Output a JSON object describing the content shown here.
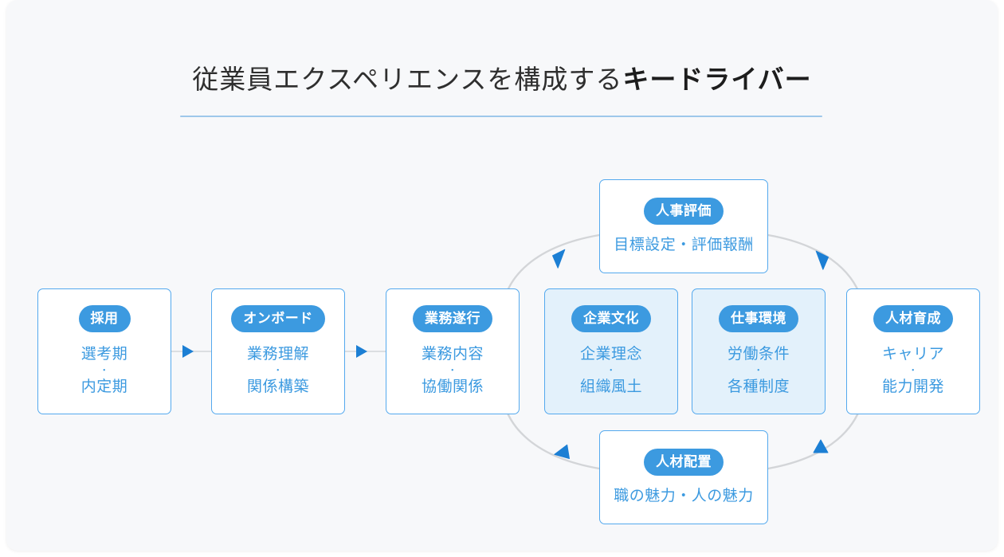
{
  "title": {
    "text_normal": "従業員エクスペリエンスを構成する",
    "text_strong": "キードライバー"
  },
  "colors": {
    "accent_blue": "#3c9ae0",
    "border_blue": "#54a9ee",
    "tint_blue": "#e3f1fb",
    "arrow_blue": "#1c7fd4",
    "curve_gray": "#d3d5d8",
    "rule_blue": "#9ec8ea",
    "canvas": "#f7f8fa"
  },
  "diagram": {
    "type": "process-cycle-flow",
    "stages": [
      {
        "id": "recruit",
        "badge": "採用",
        "line1": "選考期",
        "separator": "・",
        "line2": "内定期",
        "tinted": false
      },
      {
        "id": "onboard",
        "badge": "オンボード",
        "line1": "業務理解",
        "separator": "・",
        "line2": "関係構築",
        "tinted": false
      },
      {
        "id": "work",
        "badge": "業務遂行",
        "line1": "業務内容",
        "separator": "・",
        "line2": "協働関係",
        "tinted": false
      },
      {
        "id": "culture",
        "badge": "企業文化",
        "line1": "企業理念",
        "separator": "・",
        "line2": "組織風土",
        "tinted": true
      },
      {
        "id": "environment",
        "badge": "仕事環境",
        "line1": "労働条件",
        "separator": "・",
        "line2": "各種制度",
        "tinted": true
      },
      {
        "id": "growth",
        "badge": "人材育成",
        "line1": "キャリア",
        "separator": "・",
        "line2": "能力開発",
        "tinted": false
      }
    ],
    "cycle_nodes": [
      {
        "id": "evaluation",
        "position": "top",
        "badge": "人事評価",
        "line1": "目標設定・評価報酬"
      },
      {
        "id": "placement",
        "position": "bottom",
        "badge": "人材配置",
        "line1": "職の魅力・人の魅力"
      }
    ],
    "connectors": [
      {
        "id": "recruit-to-onboard",
        "from": "recruit",
        "to": "onboard",
        "style": "straight-arrow-right"
      },
      {
        "id": "onboard-to-work",
        "from": "onboard",
        "to": "work",
        "style": "straight-arrow-right"
      }
    ],
    "cycle_arrows": [
      {
        "id": "arrow-top-left",
        "direction": "up-right"
      },
      {
        "id": "arrow-top-right",
        "direction": "up-left"
      },
      {
        "id": "arrow-bottom-left",
        "direction": "down-left"
      },
      {
        "id": "arrow-bottom-right",
        "direction": "up-right"
      }
    ]
  }
}
